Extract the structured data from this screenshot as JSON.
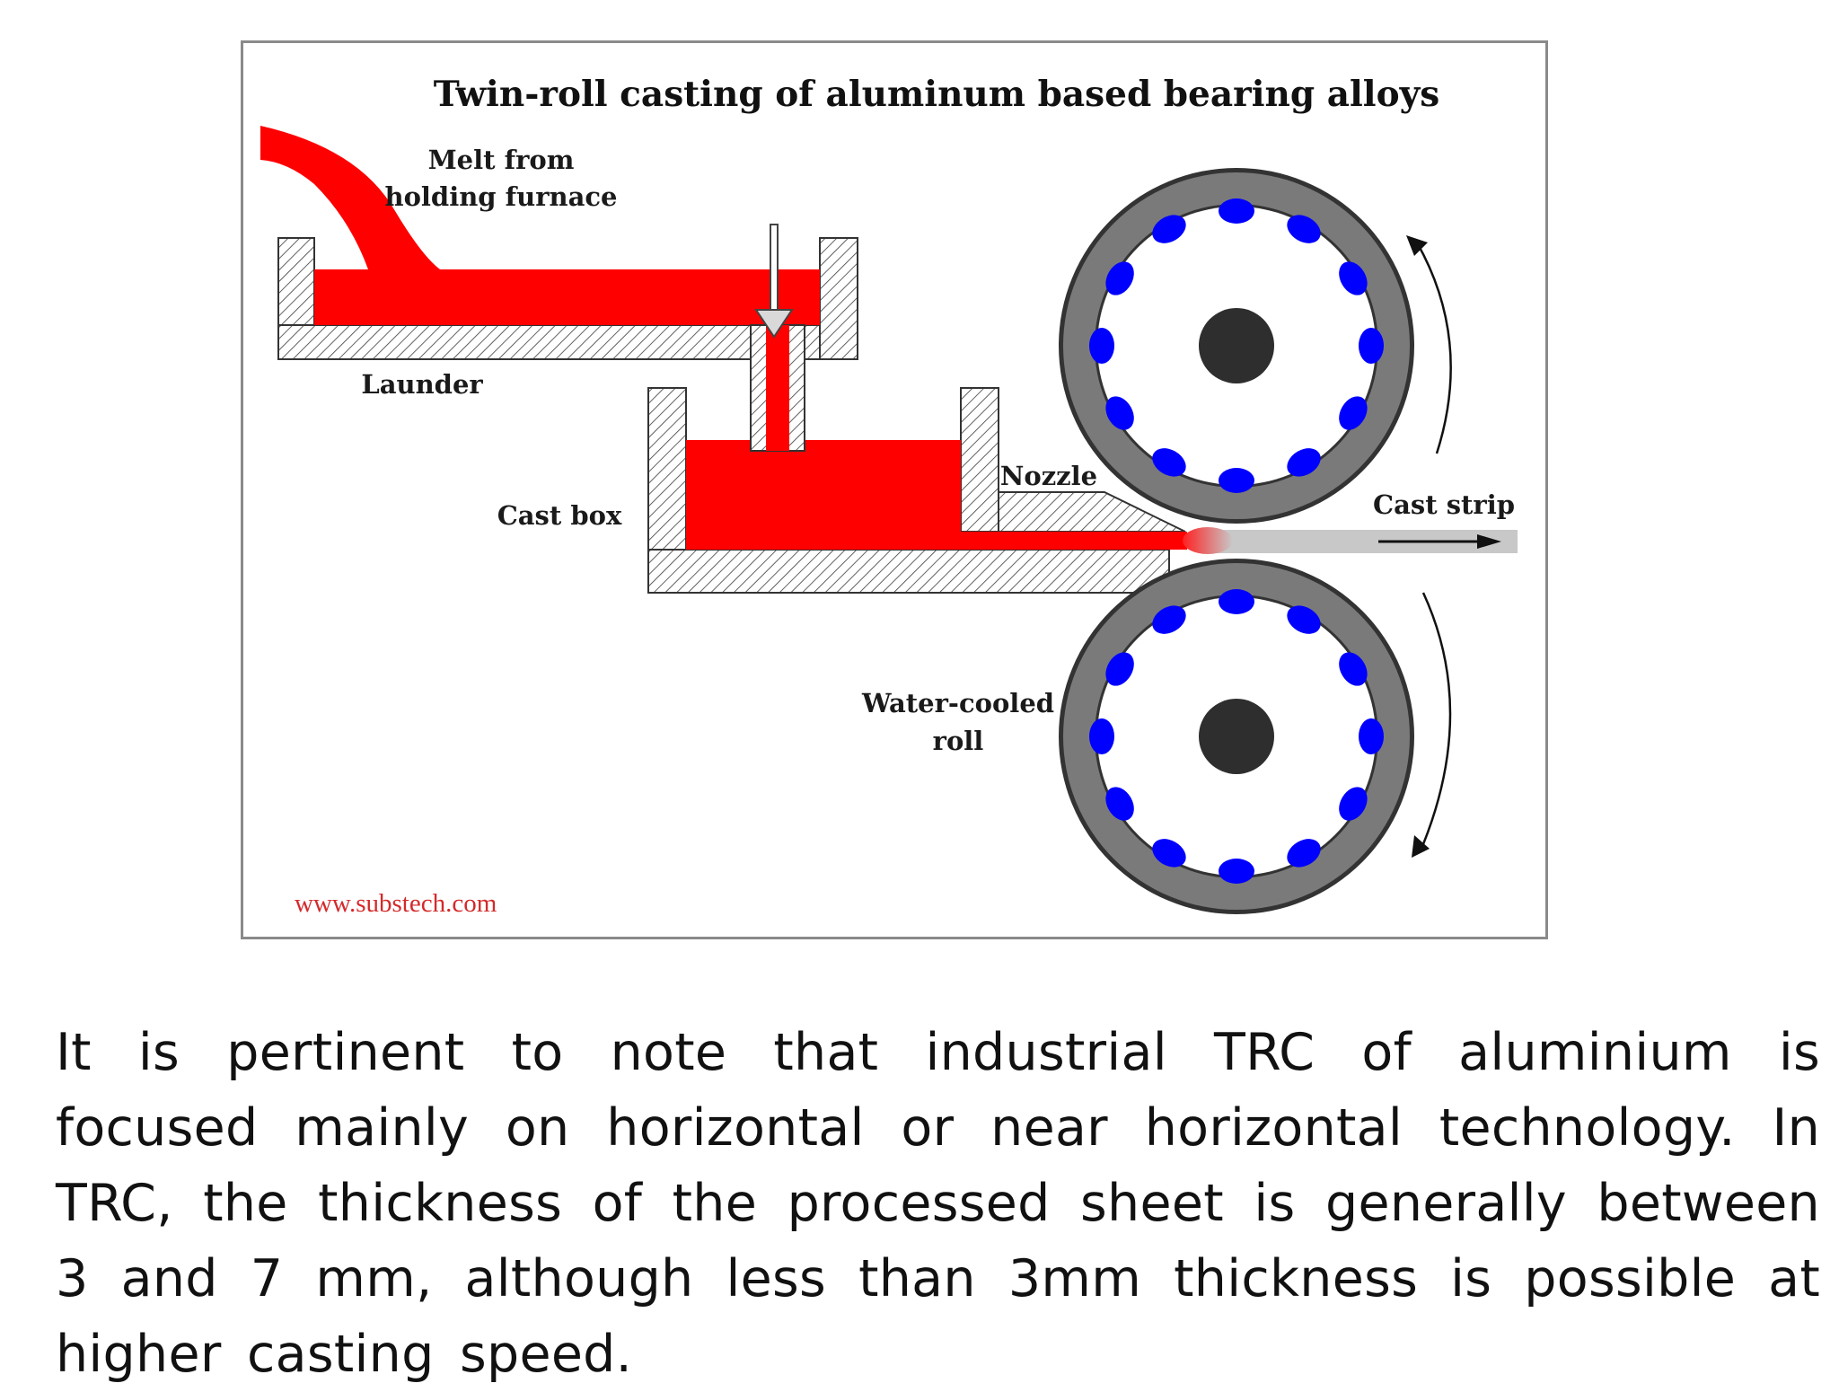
{
  "diagram": {
    "title": "Twin-roll casting of aluminum based bearing alloys",
    "labels": {
      "melt_line1": "Melt from",
      "melt_line2": "holding furnace",
      "launder": "Launder",
      "cast_box": "Cast box",
      "nozzle": "Nozzle",
      "cast_strip": "Cast strip",
      "roll_line1": "Water-cooled",
      "roll_line2": "roll"
    },
    "watermark": "www.substech.com",
    "colors": {
      "melt": "#ff0000",
      "roll_shell": "#7a7a7a",
      "cooling_channels": "#0000ff",
      "roll_axle": "#2e2e2e",
      "strip": "#c8c8c8",
      "watermark": "#d42a2a"
    },
    "icons": [
      "down-arrow-icon",
      "rotation-arrow-icon",
      "direction-arrow-icon"
    ]
  },
  "caption": "It is pertinent to note that industrial TRC of aluminium is focused mainly on horizontal or near horizontal technology. In TRC, the thickness of the processed sheet is generally between 3 and 7 mm, although less than 3mm thickness is possible at higher casting speed."
}
